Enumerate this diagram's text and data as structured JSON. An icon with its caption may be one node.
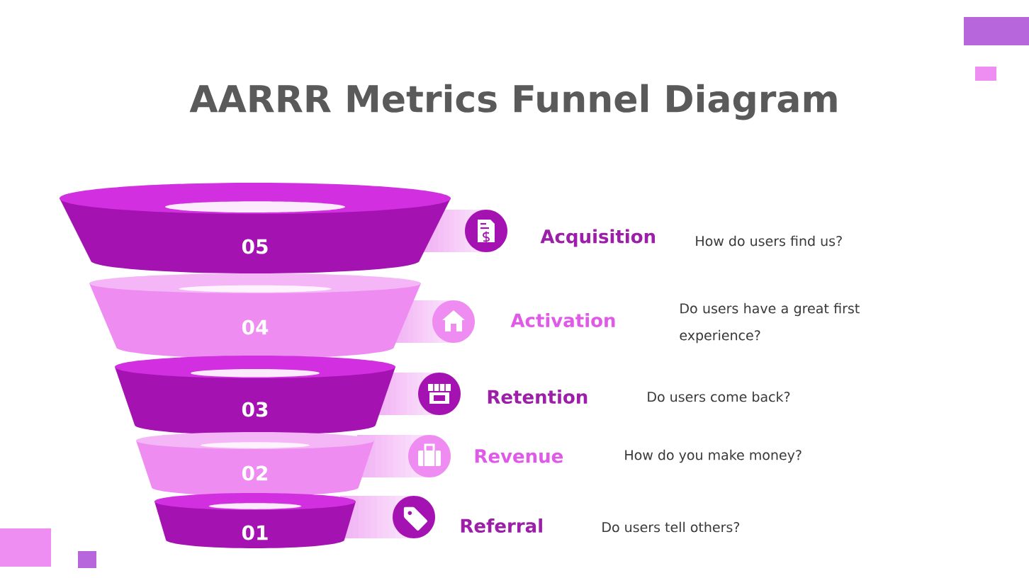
{
  "diagram": {
    "title": "AARRR Metrics Funnel Diagram",
    "nodes": [
      {
        "text": [
          "05"
        ]
      },
      {
        "text": [
          "04"
        ]
      },
      {
        "text": [
          "03"
        ]
      },
      {
        "text": [
          "02"
        ]
      },
      {
        "text": [
          "01"
        ]
      }
    ],
    "labels": [
      "Acquisition",
      "How do users find us?",
      "Activation",
      "Do users have a great first experience?",
      "Retention",
      "Do users come back?",
      "Revenue",
      "How do you make money?",
      "Referral",
      "Do users tell others?"
    ]
  }
}
